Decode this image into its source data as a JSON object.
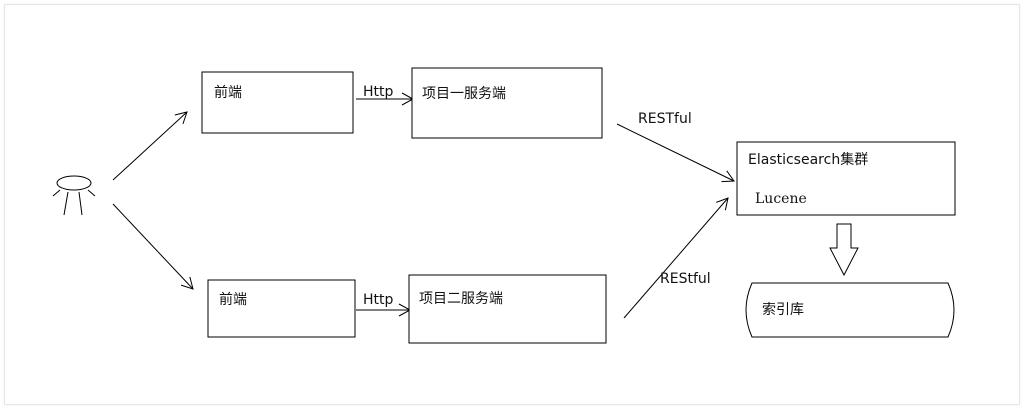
{
  "diagram": {
    "nodes": {
      "frontend_1": "前端",
      "frontend_2": "前端",
      "service_1": "项目一服务端",
      "service_2": "项目二服务端",
      "cluster": "Elasticsearch集群",
      "cluster_sub": "Lucene",
      "index_store": "索引库"
    },
    "edges": {
      "http_1": "Http",
      "http_2": "Http",
      "rest_1": "RESTful",
      "rest_2": "REStful"
    }
  },
  "colors": {
    "stroke": "#000000",
    "text": "#111111",
    "frame_border": "#e6e6e6"
  }
}
